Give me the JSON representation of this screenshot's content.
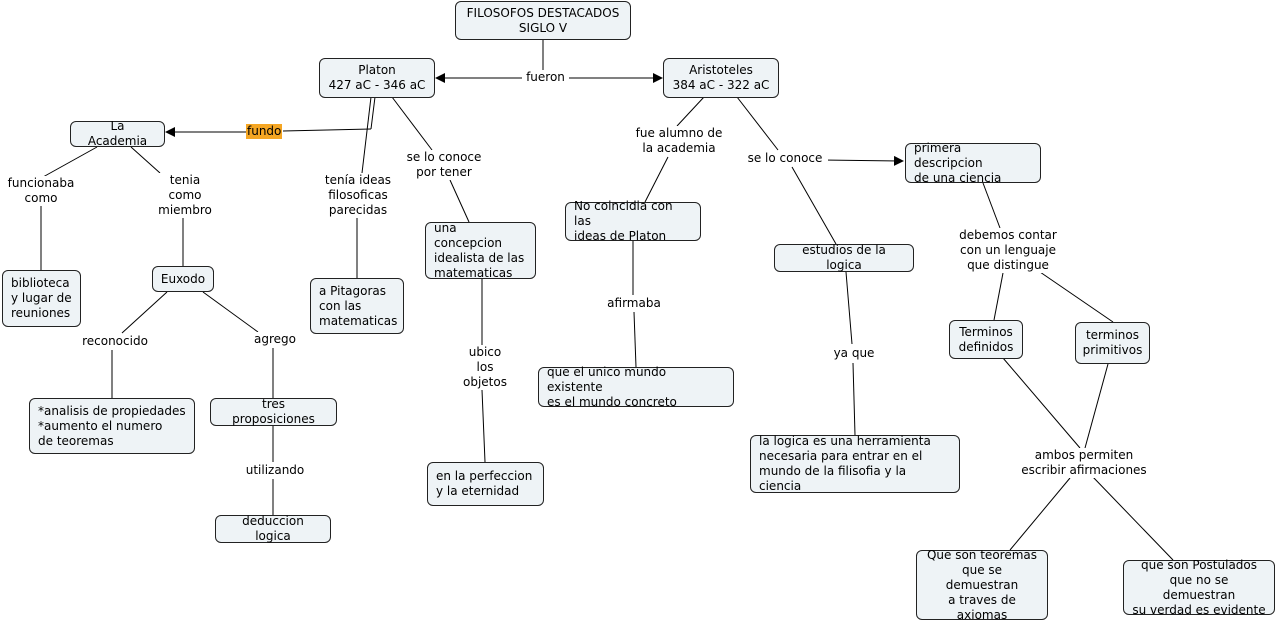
{
  "nodes": {
    "title": "FILOSOFOS DESTACADOS\nSIGLO V",
    "platon": "Platon\n427 aC - 346 aC",
    "aristoteles": "Aristoteles\n384 aC - 322 aC",
    "academia": "La Academia",
    "biblioteca": "biblioteca\ny lugar de\nreuniones",
    "euxodo": "Euxodo",
    "analisis": "*analisis de propiedades\n*aumento el numero\nde teoremas",
    "tres_proposiciones": "tres proposiciones",
    "deduccion": "deduccion logica",
    "pitagoras": "a Pitagoras\ncon las\nmatematicas",
    "concepcion": "una concepcion\nidealista de las\nmatematicas",
    "perfeccion": "en la perfeccion\ny la eternidad",
    "no_coincidia": "No coincidia con las\nideas de Platon",
    "unico_mundo": "que el unico mundo existente\nes el mundo concreto",
    "estudios_logica": "estudios de la logica",
    "logica_herramienta": "la logica es una herramienta\nnecesaria para entrar en el\nmundo de la filisofia y la ciencia",
    "primera_descripcion": "primera descripcion\nde una ciencia",
    "terminos_definidos": "Terminos\ndefinidos",
    "terminos_primitivos": "terminos\nprimitivos",
    "teoremas": "Que son teoremas\nque se demuestran\na traves de\naxiomas",
    "postulados": "que son Postulados\nque no se demuestran\nsu verdad es evidente"
  },
  "links": {
    "fueron": "fueron",
    "fundo": "fundo",
    "funcionaba_como": "funcionaba\ncomo",
    "tenia_como_miembro": "tenia\ncomo\nmiembro",
    "reconocido": "reconocido",
    "agrego": "agrego",
    "utilizando": "utilizando",
    "tenia_ideas": "tenía ideas\nfilosoficas\nparecidas",
    "se_lo_conoce_por_tener": "se lo conoce\npor tener",
    "ubico_los_objetos": "ubico\nlos\nobjetos",
    "fue_alumno": "fue alumno de\nla academia",
    "afirmaba": "afirmaba",
    "se_lo_conoce": "se lo conoce",
    "ya_que": "ya que",
    "debemos_contar": "debemos contar\ncon un lenguaje\nque distingue",
    "ambos_permiten": "ambos permiten\nescribir afirmaciones"
  },
  "colors": {
    "node_fill": "#eef3f6",
    "highlight": "#f5a623"
  }
}
